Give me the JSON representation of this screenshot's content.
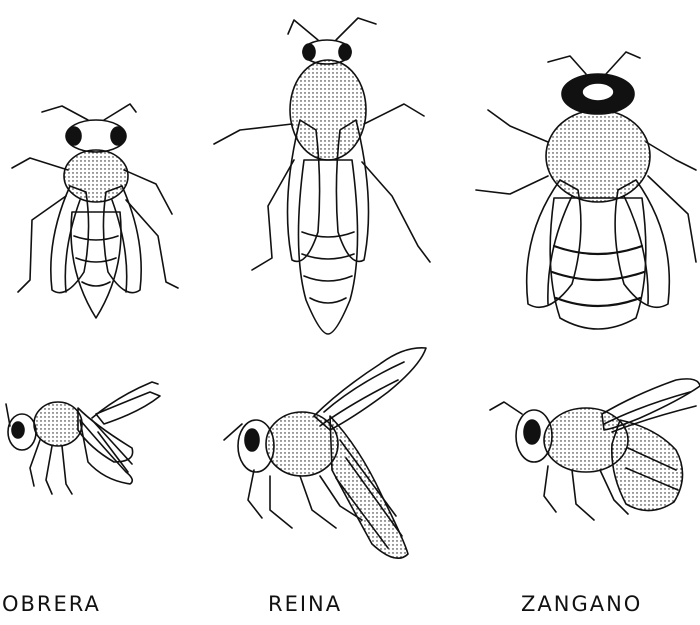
{
  "captions": {
    "worker": "OBRERA",
    "queen": "REINA",
    "drone": "ZANGANO"
  },
  "colors": {
    "ink": "#111111",
    "background": "#ffffff"
  }
}
